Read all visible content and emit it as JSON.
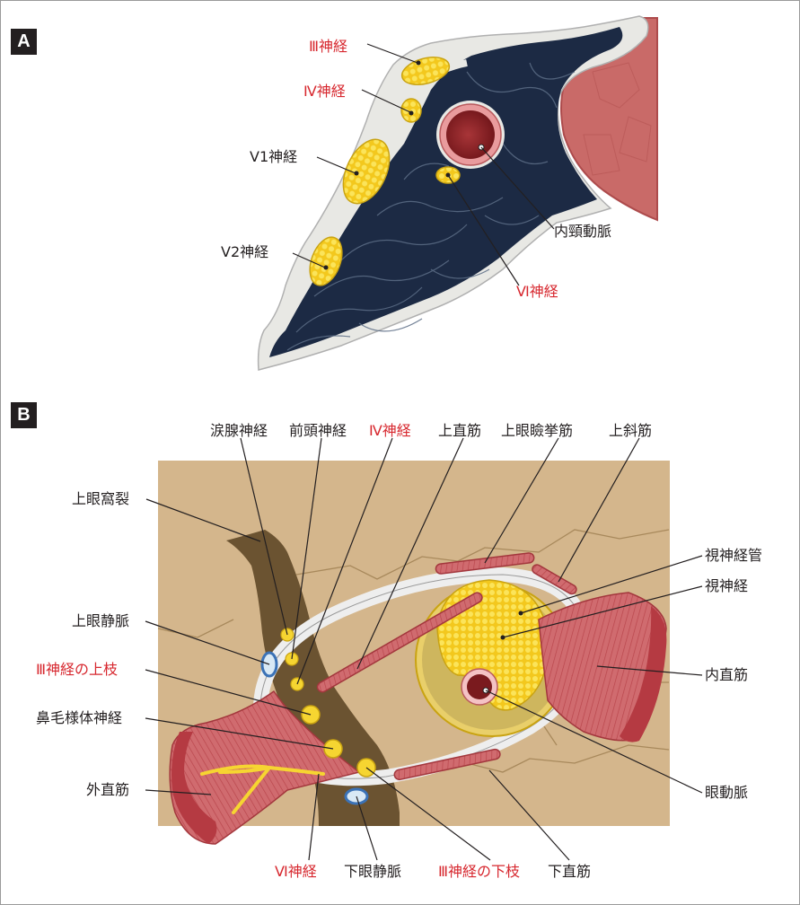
{
  "panels": [
    {
      "badge": "A"
    },
    {
      "badge": "B"
    }
  ],
  "colors": {
    "label_black": "#231f20",
    "label_red": "#d7282f",
    "nerve_yellow": "#f6d531",
    "artery_red": "#8b1d22",
    "muscle_red": "#c9575c",
    "sinus_navy": "#1c2a44",
    "background_tan": "#d4b68c",
    "fissure_brown": "#6b5331"
  },
  "panelA": {
    "labels": {
      "n3": "Ⅲ神経",
      "n4": "Ⅳ神経",
      "v1": "V1神経",
      "v2": "V2神経",
      "ica": "内頸動脈",
      "n6": "Ⅵ神経"
    }
  },
  "panelB": {
    "labels": {
      "lacrimal": "涙腺神経",
      "frontal": "前頭神経",
      "n4": "Ⅳ神経",
      "sup_rectus": "上直筋",
      "levator": "上眼瞼挙筋",
      "sup_oblique": "上斜筋",
      "sof": "上眼窩裂",
      "optic_canal": "視神経管",
      "optic_nerve": "視神経",
      "sup_oph_vein": "上眼静脈",
      "n3_sup": "Ⅲ神経の上枝",
      "medial_rectus": "内直筋",
      "nasociliary": "鼻毛様体神経",
      "lateral_rectus": "外直筋",
      "oph_artery": "眼動脈",
      "n6": "Ⅵ神経",
      "inf_oph_vein": "下眼静脈",
      "n3_inf": "Ⅲ神経の下枝",
      "inf_rectus": "下直筋"
    }
  }
}
